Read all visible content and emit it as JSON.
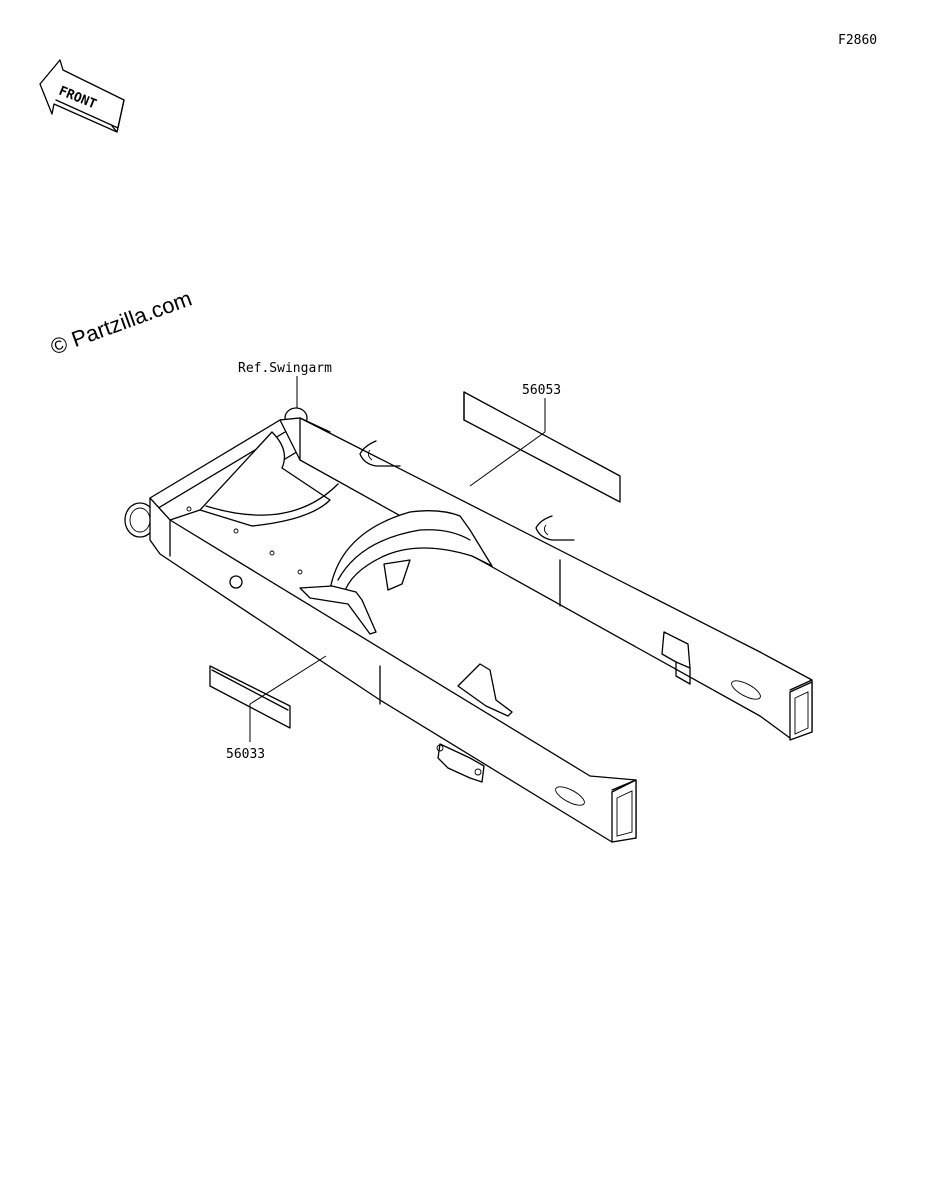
{
  "figure_code": "F2860",
  "front_arrow": {
    "label": "FRONT",
    "icon": "front-direction-arrow-icon"
  },
  "watermark": "© Partzilla.com",
  "callouts": {
    "ref_swingarm": "Ref.Swingarm",
    "part_upper": "56053",
    "part_lower": "56033"
  },
  "colors": {
    "line": "#000000",
    "background": "#ffffff"
  }
}
